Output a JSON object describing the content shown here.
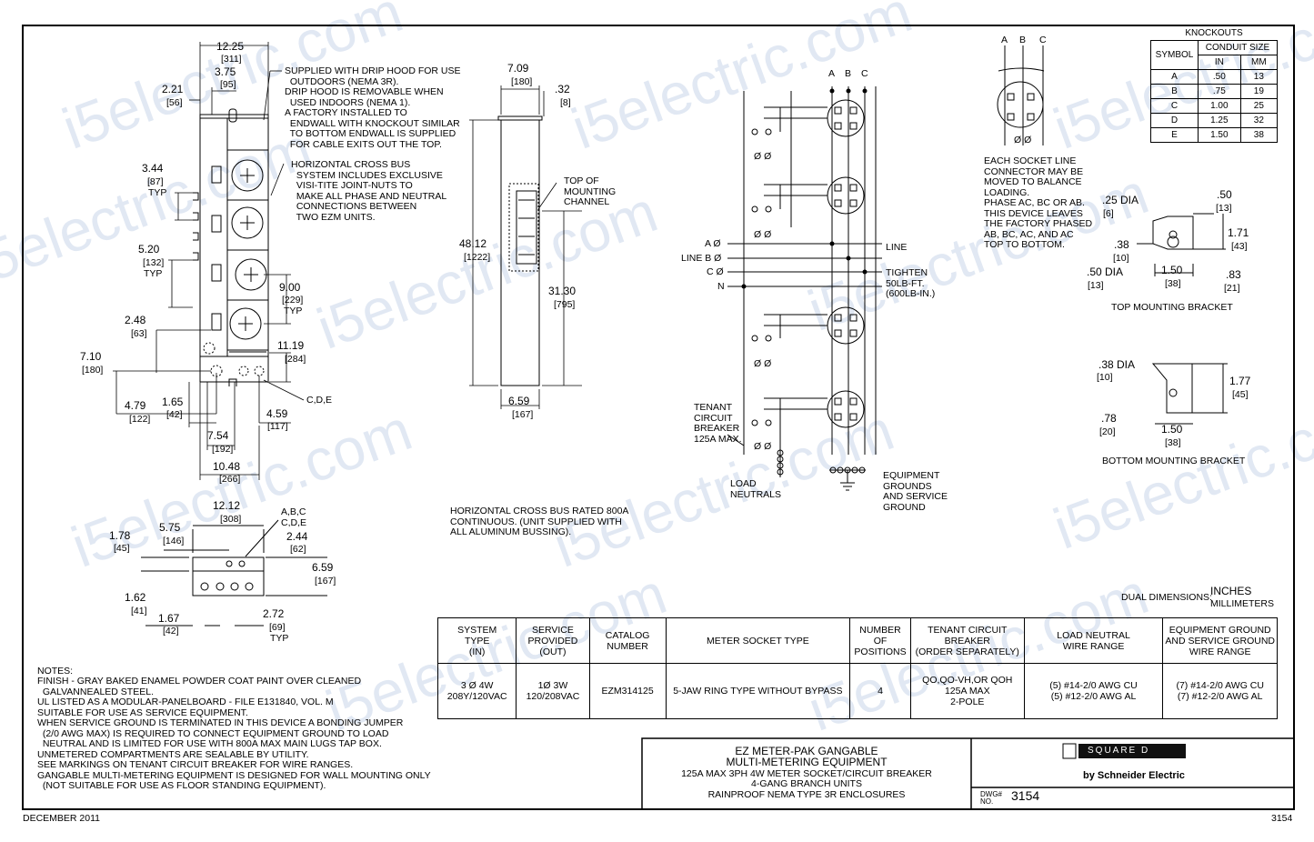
{
  "title_block": {
    "line1": "EZ METER-PAK GANGABLE",
    "line2": "MULTI-METERING EQUIPMENT",
    "line3": "125A MAX 3PH 4W METER SOCKET/CIRCUIT BREAKER",
    "line4": "4-GANG BRANCH UNITS",
    "line5": "RAINPROOF NEMA TYPE 3R ENCLOSURES",
    "brand_logo": "SQUARE D",
    "brand_sub": "by Schneider Electric",
    "dwg_label": "DWG# NO.",
    "dwg_no": "3154"
  },
  "footer": {
    "date": "DECEMBER 2011",
    "sheet": "3154"
  },
  "watermark": "i5electric.com",
  "dual_dimensions": {
    "label": "DUAL DIMENSIONS:",
    "top": "INCHES",
    "bottom": "MILLIMETERS"
  },
  "knockouts": {
    "title": "KNOCKOUTS",
    "symbol_header": "SYMBOL",
    "conduit_header": "CONDUIT SIZE",
    "in_header": "IN",
    "mm_header": "MM",
    "rows": [
      {
        "symbol": "A",
        "in": ".50",
        "mm": "13"
      },
      {
        "symbol": "B",
        "in": ".75",
        "mm": "19"
      },
      {
        "symbol": "C",
        "in": "1.00",
        "mm": "25"
      },
      {
        "symbol": "D",
        "in": "1.25",
        "mm": "32"
      },
      {
        "symbol": "E",
        "in": "1.50",
        "mm": "38"
      }
    ]
  },
  "spec_table": {
    "headers": [
      "SYSTEM\nTYPE\n(IN)",
      "SERVICE\nPROVIDED\n(OUT)",
      "CATALOG\nNUMBER",
      "METER SOCKET TYPE",
      "NUMBER\nOF\nPOSITIONS",
      "TENANT CIRCUIT\nBREAKER\n(ORDER SEPARATELY)",
      "LOAD NEUTRAL\nWIRE RANGE",
      "EQUIPMENT GROUND\nAND SERVICE GROUND\nWIRE RANGE"
    ],
    "row": [
      "3 Ø 4W\n208Y/120VAC",
      "1Ø 3W\n120/208VAC",
      "EZM314125",
      "5-JAW RING TYPE WITHOUT BYPASS",
      "4",
      "QO,QO-VH,OR QOH\n125A MAX\n2-POLE",
      "(5) #14-2/0 AWG CU\n(5) #12-2/0 AWG AL",
      "(7) #14-2/0 AWG CU\n(7) #12-2/0 AWG AL"
    ]
  },
  "notes": {
    "heading": "NOTES:",
    "lines": [
      "FINISH - GRAY BAKED ENAMEL POWDER COAT PAINT OVER CLEANED",
      "  GALVANNEALED STEEL.",
      "UL LISTED AS A MODULAR-PANELBOARD - FILE E131840, VOL. M",
      "SUITABLE FOR USE AS SERVICE EQUIPMENT.",
      "WHEN SERVICE GROUND IS TERMINATED IN THIS DEVICE A BONDING JUMPER",
      "  (2/0 AWG MAX) IS REQUIRED TO CONNECT EQUIPMENT GROUND TO LOAD",
      "  NEUTRAL AND IS LIMITED FOR USE WITH 800A MAX MAIN LUGS TAP BOX.",
      "UNMETERED COMPARTMENTS ARE SEALABLE BY UTILITY.",
      "SEE MARKINGS ON TENANT CIRCUIT BREAKER FOR WIRE RANGES.",
      "GANGABLE MULTI-METERING EQUIPMENT IS DESIGNED FOR WALL MOUNTING ONLY",
      "  (NOT SUITABLE FOR USE AS FLOOR STANDING EQUIPMENT)."
    ]
  },
  "callouts": {
    "drip_hood": "SUPPLIED WITH DRIP HOOD FOR USE\n  OUTDOORS (NEMA 3R).\nDRIP HOOD IS REMOVABLE WHEN\n  USED INDOORS (NEMA 1).\nA FACTORY INSTALLED TO\n  ENDWALL WITH KNOCKOUT SIMILAR\n  TO BOTTOM ENDWALL IS SUPPLIED\n  FOR CABLE EXITS OUT THE TOP.",
    "cross_bus": "HORIZONTAL CROSS BUS\n  SYSTEM INCLUDES EXCLUSIVE\n  VISI-TITE JOINT-NUTS TO\n  MAKE ALL PHASE AND NEUTRAL\n  CONNECTIONS BETWEEN\n  TWO EZM UNITS.",
    "mounting_channel": "TOP OF\nMOUNTING\nCHANNEL",
    "cross_bus_rating": "HORIZONTAL CROSS BUS RATED 800A\nCONTINUOUS. (UNIT SUPPLIED WITH\nALL ALUMINUM BUSSING).",
    "socket_note": "EACH SOCKET LINE\nCONNECTOR MAY BE\nMOVED TO BALANCE\nLOADING.\nPHASE AC, BC OR AB.\nTHIS DEVICE LEAVES\nTHE FACTORY PHASED\nAB, BC, AC, AND AC\nTOP TO BOTTOM.",
    "line": "LINE",
    "tighten": "TIGHTEN\n50LB-FT.\n(600LB-IN.)",
    "tenant_breaker": "TENANT\nCIRCUIT\nBREAKER\n125A MAX.",
    "load_neutrals": "LOAD\nNEUTRALS",
    "equipment_grounds": "EQUIPMENT\nGROUNDS\nAND SERVICE\nGROUND",
    "top_bracket": "TOP MOUNTING BRACKET",
    "bottom_bracket": "BOTTOM MOUNTING BRACKET",
    "phase_a": "A Ø",
    "line_b": "LINE B Ø",
    "phase_c": "C Ø",
    "neutral": "N",
    "abc": [
      "A",
      "B",
      "C"
    ],
    "cde": "C,D,E",
    "abc_cde": "A,B,C\nC,D,E",
    "phi_pair": "Ø Ø"
  },
  "dims": {
    "d1225": "12.25",
    "d311": "[311]",
    "d375": "3.75",
    "d95": "[95]",
    "d221": "2.21",
    "d56": "[56]",
    "d344": "3.44",
    "d87": "[87]",
    "typ": "TYP",
    "d520": "5.20",
    "d132": "[132]",
    "d900": "9.00",
    "d229": "[229]",
    "d248": "2.48",
    "d63": "[63]",
    "d1119": "11.19",
    "d284": "[284]",
    "d710": "7.10",
    "d180": "[180]",
    "d479": "4.79",
    "d122": "[122]",
    "d165": "1.65",
    "d42": "[42]",
    "d459": "4.59",
    "d117": "[117]",
    "d754": "7.54",
    "d192": "[192]",
    "d1048": "10.48",
    "d266": "[266]",
    "d709": "7.09",
    "d180b": "[180]",
    "d32": ".32",
    "d8": "[8]",
    "d4812": "48.12",
    "d1222": "[1222]",
    "d3130": "31.30",
    "d795": "[795]",
    "d659": "6.59",
    "d167": "[167]",
    "d1212": "12.12",
    "d308": "[308]",
    "d178": "1.78",
    "d45": "[45]",
    "d575": "5.75",
    "d146": "[146]",
    "d244": "2.44",
    "d62": "[62]",
    "d659b": "6.59",
    "d167b": "[167]",
    "d162": "1.62",
    "d41": "[41]",
    "d167c": "1.67",
    "d42b": "[42]",
    "d272": "2.72",
    "d69": "[69]",
    "b25": ".25 DIA",
    "b6": "[6]",
    "b50": ".50",
    "b13": "[13]",
    "b171": "1.71",
    "b43": "[43]",
    "b38": ".38",
    "b10": "[10]",
    "b50dia": ".50 DIA",
    "b13b": "[13]",
    "b150": "1.50",
    "b38b": "[38]",
    "b83": ".83",
    "b21": "[21]",
    "c38dia": ".38 DIA",
    "c10": "[10]",
    "c177": "1.77",
    "c45": "[45]",
    "c78": ".78",
    "c20": "[20]",
    "c150": "1.50",
    "c38": "[38]"
  }
}
